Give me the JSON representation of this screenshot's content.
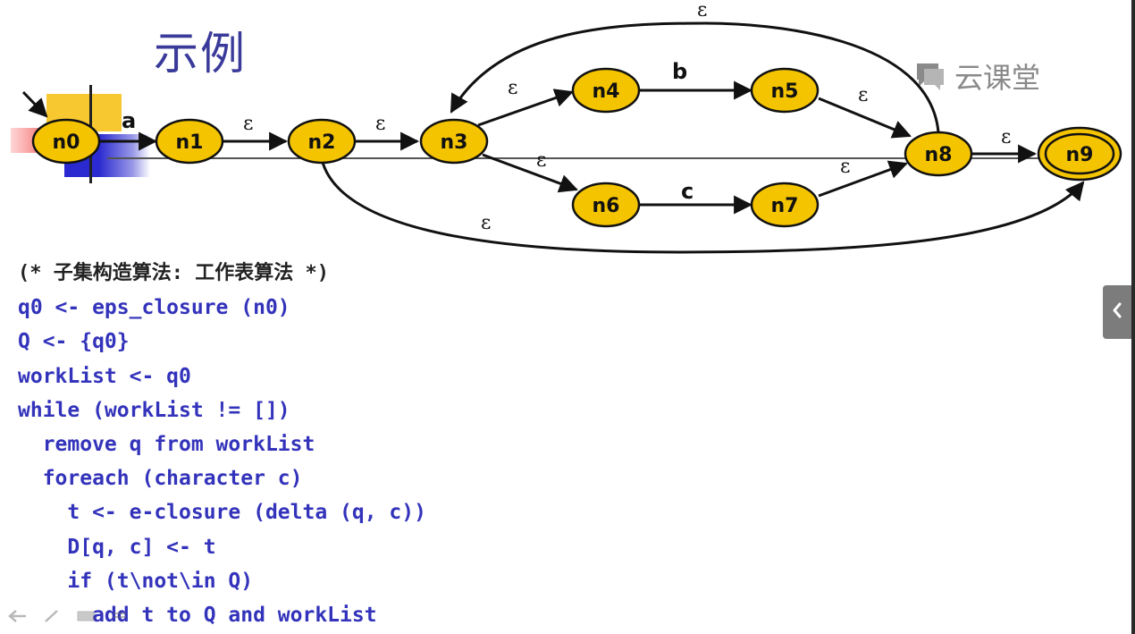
{
  "slide": {
    "title": "示例",
    "watermark": "云课堂"
  },
  "nfa": {
    "nodes": [
      "n0",
      "n1",
      "n2",
      "n3",
      "n4",
      "n5",
      "n6",
      "n7",
      "n8",
      "n9"
    ],
    "final_node": "n9",
    "start_node": "n0",
    "edge_labels": {
      "n0_n1": "a",
      "n1_n2": "ε",
      "n2_n3": "ε",
      "n3_n4": "ε",
      "n4_n5": "b",
      "n5_n8": "ε",
      "n3_n6": "ε",
      "n6_n7": "c",
      "n7_n8": "ε",
      "n8_n9": "ε",
      "n8_n3": "ε",
      "n2_n9": "ε"
    },
    "node_color": "#f5c400",
    "edge_color": "#111111"
  },
  "code": {
    "comment": "(* 子集构造算法: 工作表算法 *)",
    "lines": [
      "q0 <- eps_closure (n0)",
      "Q <- {q0}",
      "workList <- q0",
      "while (workList != [])",
      "  remove q from workList",
      "  foreach (character c)",
      "    t <- e-closure (delta (q, c))",
      "    D[q, c] <- t",
      "    if (t\\not\\in Q)",
      "      add t to Q and workList"
    ],
    "color": "#3333bb"
  },
  "player": {
    "side_tab_icon": "chevron-left-icon",
    "toolbar_icons": [
      "arrow-back-icon",
      "pen-icon",
      "screen-icon",
      "menu-icon"
    ]
  }
}
